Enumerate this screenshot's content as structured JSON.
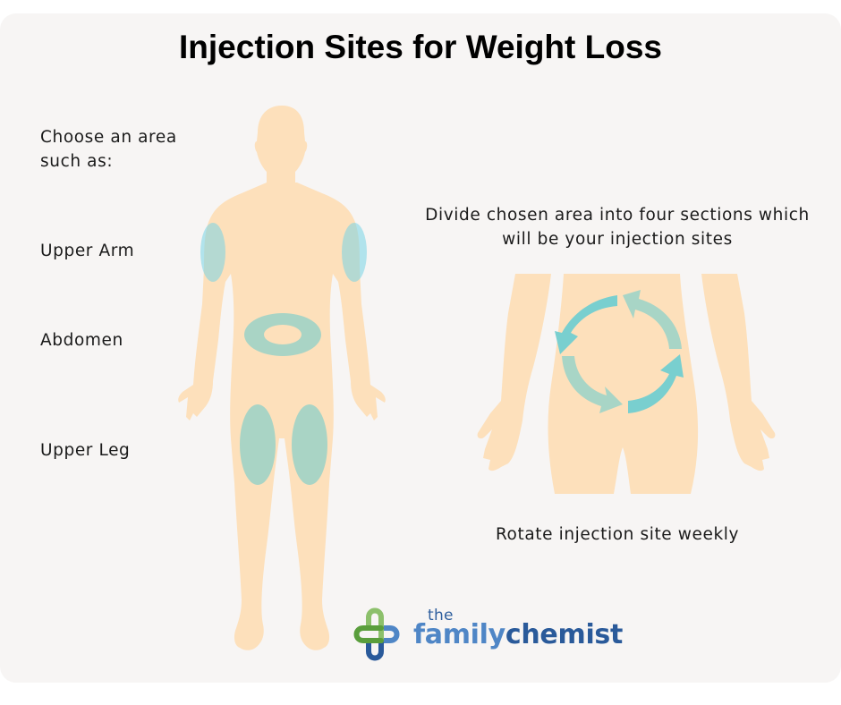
{
  "title": "Injection Sites for Weight Loss",
  "left_panel": {
    "intro": "Choose an area such as:",
    "sites": [
      {
        "label": "Upper Arm"
      },
      {
        "label": "Abdomen"
      },
      {
        "label": "Upper Leg"
      }
    ]
  },
  "right_panel": {
    "instruction": "Divide chosen area into four sections which will be your injection sites",
    "footer": "Rotate injection site weekly",
    "icon": "rotation-arrows-icon"
  },
  "logo": {
    "the": "the",
    "family": "family",
    "chemist": "chemist",
    "icon": "heart-cross-logo-icon"
  },
  "colors": {
    "background": "#f7f5f4",
    "skin": "#fde0bb",
    "site_sage": "#a9d4c5",
    "site_cyan": "#a9e2ec",
    "arrow_teal": "#79cfcf",
    "arrow_sage": "#a8d5c6",
    "logo_green": "#6aa84f",
    "logo_blue": "#2a5a9a"
  }
}
